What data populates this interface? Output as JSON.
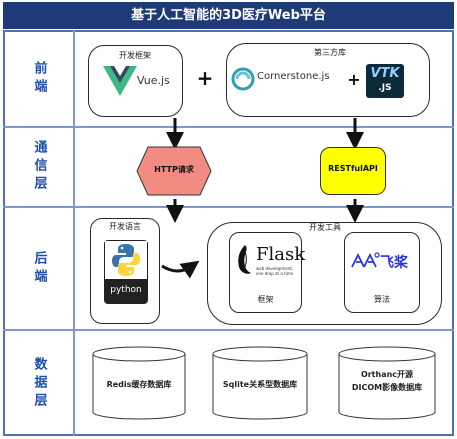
{
  "title": "基于人工智能的3D医疗Web平台",
  "layers": {
    "frontend": "前端",
    "communication": "通信层",
    "backend": "后端",
    "database": "数据层"
  },
  "frontend": {
    "framework_label": "开发框架",
    "vue_text": "Vue.js",
    "plus1": "+",
    "thirdparty_label": "第三方库",
    "cornerstone_text": "Cornerstone.js",
    "plus2": "+",
    "vtk_text": "VTK",
    "vtk_sub": ".JS"
  },
  "communication": {
    "http_text": "HTTP请求",
    "rest_text": "RESTfulAPI"
  },
  "backend": {
    "language_label": "开发语言",
    "python_text": "python",
    "tools_label": "开发工具",
    "flask_text": "Flask",
    "flask_tagline": "web development, one drop at a time",
    "flask_caption": "框架",
    "paddle_text": "飞桨",
    "paddle_caption": "算法"
  },
  "database": {
    "redis": "Redis缓存数据库",
    "sqlite": "Sqlite关系型数据库",
    "orthanc_line1": "Orthanc开源",
    "orthanc_line2": "DICOM影像数据库"
  },
  "colors": {
    "title_bg": "#1f3b77",
    "layer_text": "#1f4fa8",
    "http_fill": "#f28b82",
    "rest_fill": "#ffff00",
    "vue_green": "#41b883",
    "vue_dark": "#35495e",
    "paddle_blue": "#2932e1"
  }
}
